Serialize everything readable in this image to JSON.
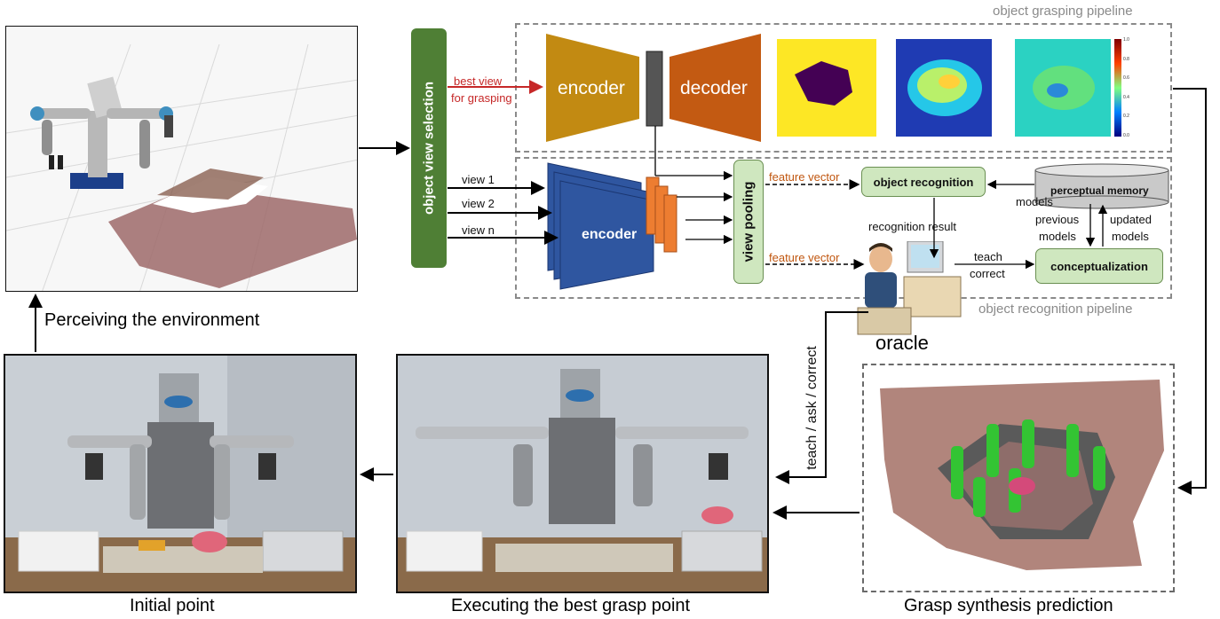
{
  "captions": {
    "perceiving": "Perceiving the environment",
    "initial": "Initial point",
    "executing": "Executing the best grasp point",
    "grasp_synthesis": "Grasp synthesis prediction"
  },
  "pipelines": {
    "grasping": "object grasping pipeline",
    "recognition": "object recognition pipeline"
  },
  "blocks": {
    "view_selection": "object view selection",
    "encoder_top": "encoder",
    "decoder": "decoder",
    "encoder_bottom": "encoder",
    "view_pooling": "view pooling",
    "object_recognition": "object recognition",
    "perceptual_memory": "perceptual memory",
    "conceptualization": "conceptualization",
    "oracle": "oracle"
  },
  "labels": {
    "best_view_line1": "best view",
    "best_view_line2": "for grasping",
    "view1": "view  1",
    "view2": "view  2",
    "viewn": "view  n",
    "feature_vector_top": "feature vector",
    "feature_vector_bottom": "feature vector",
    "models": "models",
    "recognition_result": "recognition  result",
    "previous_line1": "previous",
    "previous_line2": "models",
    "updated_line1": "updated",
    "updated_line2": "models",
    "teach": "teach",
    "correct": "correct",
    "teach_ask_correct": "teach / ask / correct"
  },
  "colorbar_ticks": [
    "1.0",
    "0.8",
    "0.6",
    "0.4",
    "0.2",
    "0.0"
  ],
  "colors": {
    "green_block": "#4f7f35",
    "encoder_gold": "#c28a12",
    "decoder_orange": "#c35a12",
    "encoder_blue": "#2f56a0",
    "pooling_orange": "#ed7d31",
    "light_green": "#cfe7bf",
    "arrow_red": "#c62828",
    "label_orange": "#c0560f",
    "dashed_gray": "#8a8a8a"
  }
}
